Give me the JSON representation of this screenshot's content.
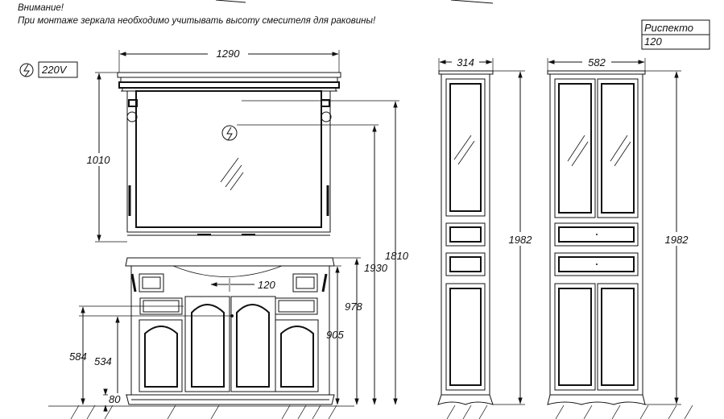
{
  "notes": {
    "line1": "Внимание!",
    "line2": "При монтаже зеркала необходимо учитывать высоту смесителя для раковины!"
  },
  "electrical": {
    "voltage": "220V",
    "symbol": "electric-outlet-icon"
  },
  "model_box": {
    "line1": "Риспекто",
    "line2": "120"
  },
  "dimensions": {
    "mirror_width": "1290",
    "mirror_height": "1010",
    "total_height_a": "1810",
    "total_height_b": "1930",
    "vanity_height_top": "978",
    "vanity_height": "905",
    "outlet_offset": "120",
    "pipe_height_a": "584",
    "pipe_height_b": "534",
    "plinth_height": "80",
    "narrow_cabinet_width": "314",
    "narrow_cabinet_height": "1982",
    "wide_cabinet_width": "582",
    "wide_cabinet_height": "1982"
  }
}
